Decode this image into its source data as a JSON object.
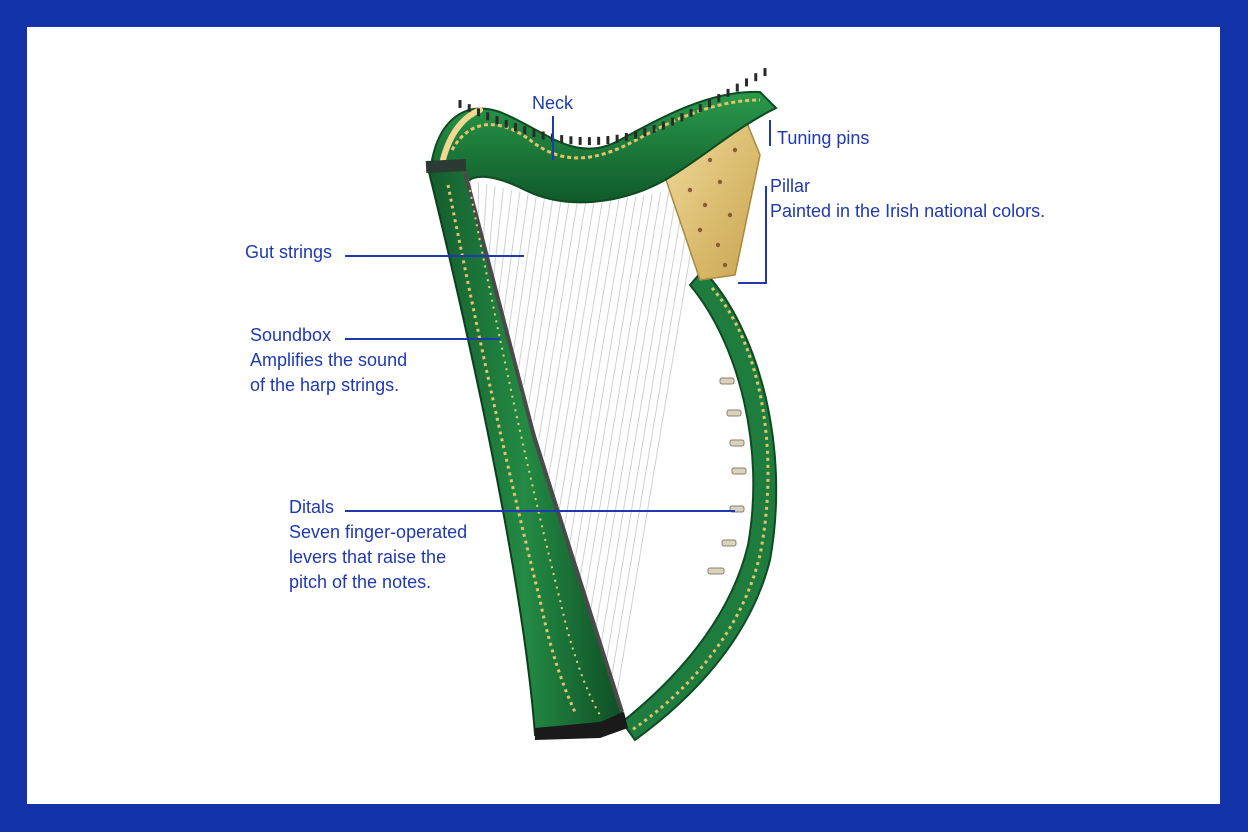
{
  "colors": {
    "frame": "#1234a8",
    "label_text": "#1f3ab0",
    "leader_line": "#1f3ab0",
    "harp_green": "#1d7a3c",
    "harp_gold": "#e2c36a"
  },
  "labels": {
    "neck": {
      "title": "Neck"
    },
    "tuning_pins": {
      "title": "Tuning pins"
    },
    "pillar": {
      "title": "Pillar",
      "desc": "Painted in the Irish national colors."
    },
    "gut_strings": {
      "title": "Gut strings"
    },
    "soundbox": {
      "title": "Soundbox",
      "desc_line1": "Amplifies the sound",
      "desc_line2": "of the harp strings."
    },
    "ditals": {
      "title": "Ditals",
      "desc_line1": "Seven finger-operated",
      "desc_line2": "levers that raise the",
      "desc_line3": "pitch of the notes."
    }
  }
}
